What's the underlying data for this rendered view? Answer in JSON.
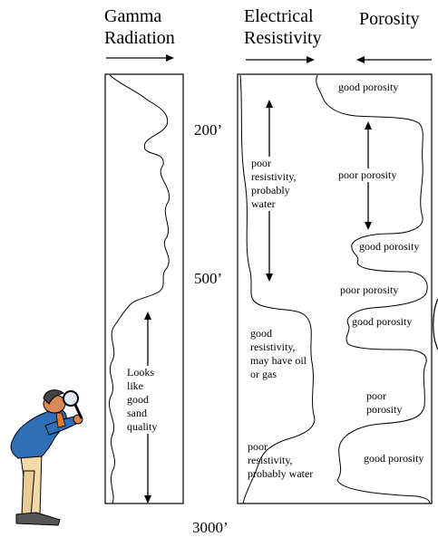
{
  "headers": {
    "gamma": "Gamma\nRadiation",
    "resistivity": "Electrical\nResistivity",
    "porosity": "Porosity"
  },
  "depths": {
    "d200": "200’",
    "d500": "500’",
    "d3000": "3000’"
  },
  "gamma_track": {
    "note": "Looks\nlike\ngood\nsand\nquality"
  },
  "resistivity_track": {
    "zone_1": "poor\nresistivity,\nprobably\nwater",
    "zone_2": "good\nresistivity,\nmay have oil\nor gas",
    "zone_3": "poor\nresistivity,\nprobably water"
  },
  "porosity_track": {
    "p1": "good  porosity",
    "p2": "poor porosity",
    "p3": "good  porosity",
    "p4": "poor porosity",
    "p5": "good porosity",
    "p6": "poor\nporosity",
    "p7": "good porosity"
  },
  "illustration": {
    "name": "detective-with-magnifying-glass",
    "colors": {
      "coat": "#2f6fb5",
      "pants": "#f2d9a8",
      "skin": "#d98a54",
      "tie": "#e8782a",
      "hair": "#444444"
    }
  }
}
